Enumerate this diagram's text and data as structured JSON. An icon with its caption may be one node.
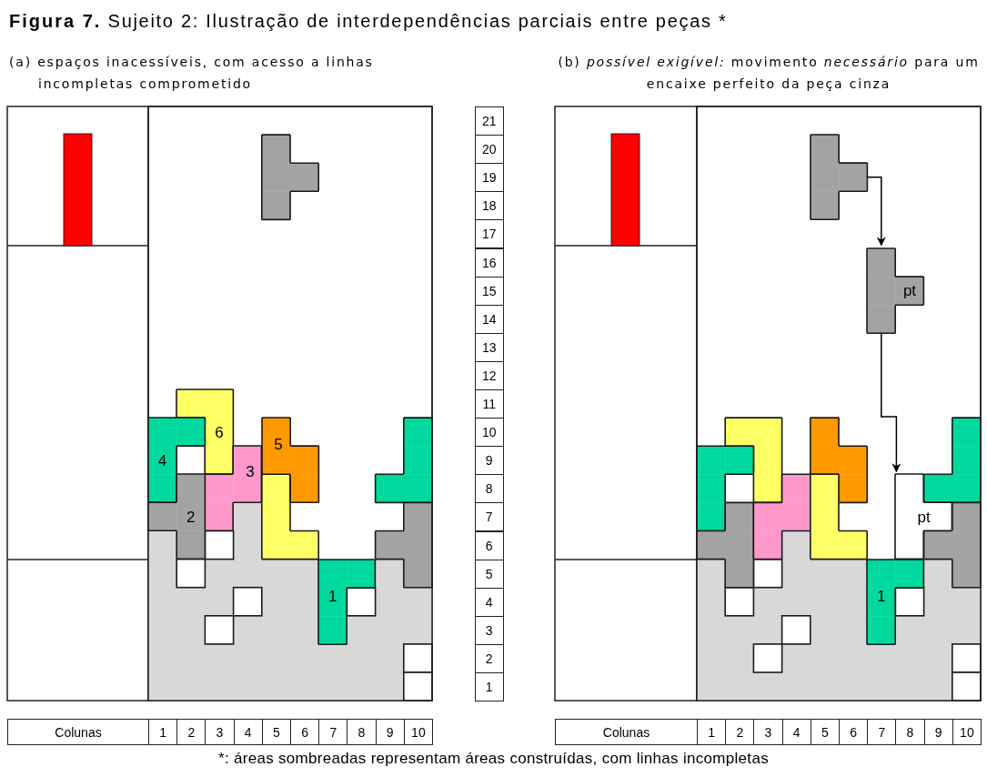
{
  "diagram": {
    "title": "**Figura 7.** Sujeito 2: Ilustração de interdependências parciais entre peças *",
    "caption": "*: áreas sombreadas representam áreas construídas, com linhas incompletas",
    "nodes": [
      {
        "text": [
          "6"
        ]
      },
      {
        "text": [
          "4"
        ]
      },
      {
        "text": [
          "5"
        ]
      },
      {
        "text": [
          "3"
        ]
      },
      {
        "text": [
          "2"
        ]
      },
      {
        "text": [
          "1"
        ]
      },
      {
        "text": [],
        "shape": "box"
      },
      {
        "text": [
          "pt"
        ]
      },
      {
        "text": [
          "pt"
        ]
      },
      {
        "text": [
          "1"
        ]
      }
    ],
    "edges": [
      {
        "from": 6,
        "to": 7,
        "arrow": "to"
      },
      {
        "from": 7,
        "to": 8,
        "arrow": "to"
      }
    ],
    "labels": [
      "(a) espaços inacessíveis, com acesso a linhas incompletas comprometido",
      "(b) *possível exigível:* movimento *necessário* para um encaixe perfeito da peça cinza",
      "21",
      "20",
      "19",
      "18",
      "17",
      "16",
      "15",
      "14",
      "13",
      "12",
      "11",
      "10",
      "9",
      "8",
      "7",
      "6",
      "5",
      "4",
      "3",
      "2",
      "1",
      "Colunas",
      "1",
      "2",
      "3",
      "4",
      "5",
      "6",
      "7",
      "8",
      "9",
      "10",
      "Colunas",
      "1",
      "2",
      "3",
      "4",
      "5",
      "6",
      "7",
      "8",
      "9",
      "10"
    ]
  }
}
